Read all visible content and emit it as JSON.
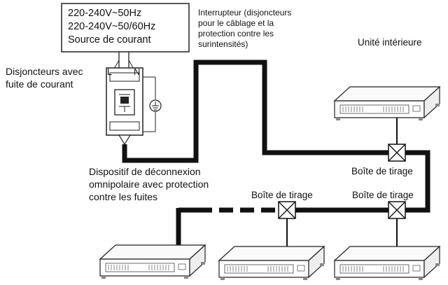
{
  "source_box": {
    "line1": "220-240V~50Hz",
    "line2": "220-240V~50/60Hz",
    "line3": "Source de courant"
  },
  "switch_note": {
    "line1": "Interrupteur (disjoncteurs",
    "line2": "pour le câblage et la",
    "line3": "protection contre les",
    "line4": "surintensités)"
  },
  "indoor_unit_label": "Unité intérieure",
  "breaker_label": {
    "line1": "Disjoncteurs avec",
    "line2": "fuite de courant"
  },
  "terminal_L": "L",
  "terminal_N": "N",
  "disconnect_label": {
    "line1": "Dispositif de déconnexion",
    "line2": "omnipolaire avec protection",
    "line3": "contre les fuites"
  },
  "pull_box_labels": [
    "Boîte de tirage",
    "Boîte de tirage",
    "Boîte de tirage"
  ]
}
